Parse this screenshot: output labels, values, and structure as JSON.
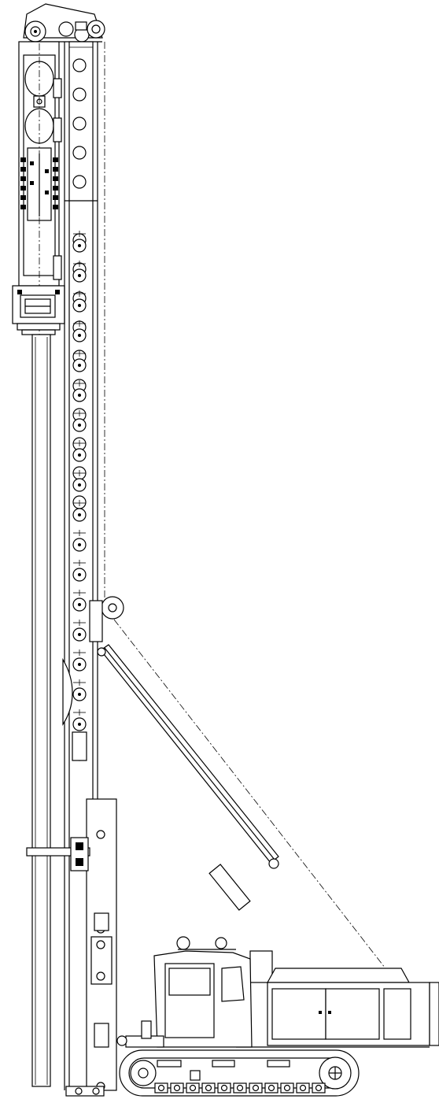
{
  "drawing": {
    "subject": "pile-driving-rig-side-elevation",
    "mast_hole_count": 16,
    "guide_marker_count": 18,
    "track_roller_count": 11,
    "cab_badge_text": "",
    "ink_color": "#000000",
    "paper_color": "#ffffff"
  }
}
